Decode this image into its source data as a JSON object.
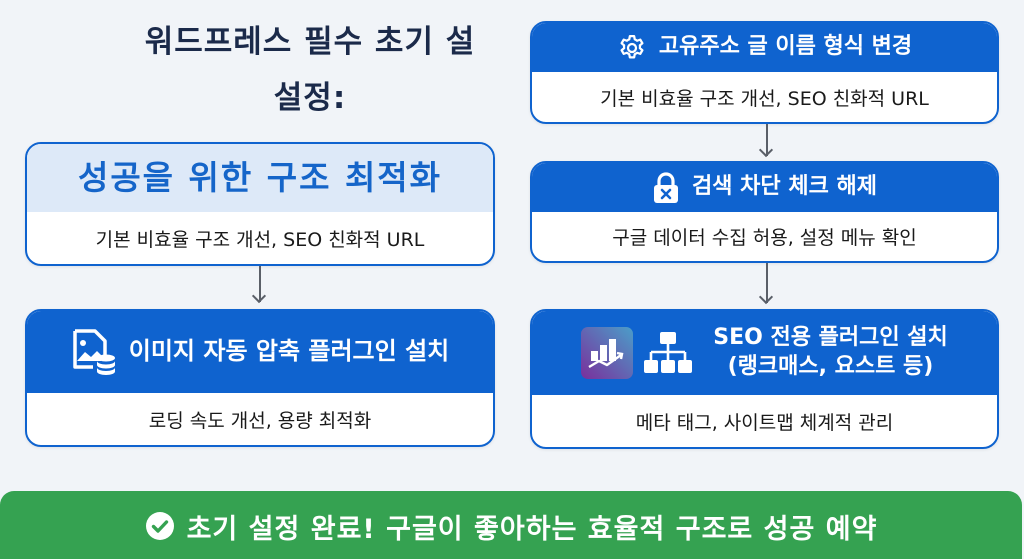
{
  "title": {
    "line1": "워드프레스 필수 초기 설",
    "line2": "설정:"
  },
  "left_column": [
    {
      "heading": "성공을 위한 구조 최적화",
      "description": "기본 비효율 구조 개선, SEO 친화적 URL",
      "style": "light"
    },
    {
      "icon": "image-file-database-icon",
      "heading": "이미지 자동 압축 플러그인 설치",
      "description": "로딩 속도 개선, 용량 최적화",
      "style": "blue"
    }
  ],
  "right_column": [
    {
      "icon": "gear-icon",
      "heading": "고유주소 글 이름 형식 변경",
      "description": "기본 비효율 구조 개선, SEO 친화적 URL"
    },
    {
      "icon": "lock-x-icon",
      "heading": "검색 차단 체크 해제",
      "description": "구글 데이터 수집 허용, 설정 메뉴 확인"
    },
    {
      "icons": [
        "rank-math-logo-icon",
        "sitemap-hierarchy-icon"
      ],
      "heading_line1": "SEO 전용 플러그인 설치",
      "heading_line2": "(랭크매스, 요스트 등)",
      "description": "메타 태그, 사이트맵 체계적 관리"
    }
  ],
  "banner": {
    "icon": "check-circle-icon",
    "text": "초기 설정 완료! 구글이 좋아하는 효율적 구조로 성공 예약"
  },
  "colors": {
    "primary_blue": "#0f63cf",
    "light_blue_header": "#dde9f8",
    "light_heading_text": "#1565c9",
    "success_green": "#35a251",
    "background": "#f1f4f8",
    "title_text": "#1b2a4a",
    "arrow": "#5a5f68"
  }
}
